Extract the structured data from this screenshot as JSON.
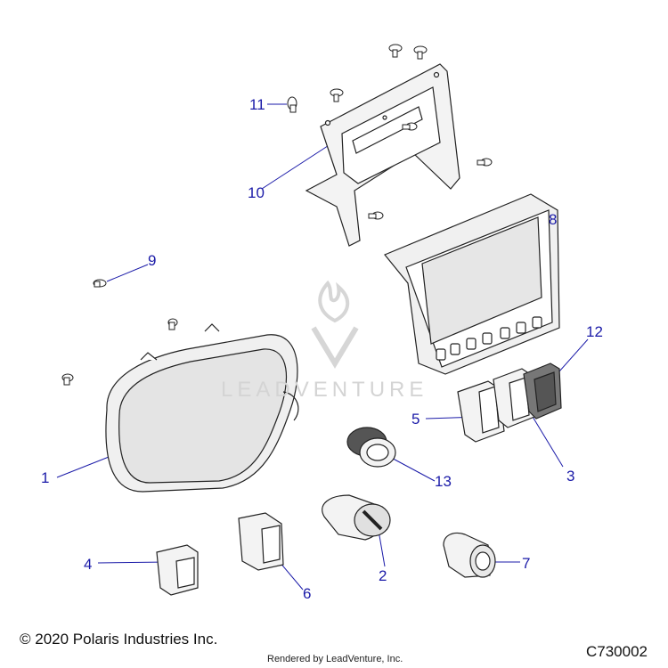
{
  "callouts": {
    "c1": "1",
    "c2": "2",
    "c3": "3",
    "c4": "4",
    "c5": "5",
    "c6": "6",
    "c7": "7",
    "c8": "8",
    "c9": "9",
    "c10": "10",
    "c11": "11",
    "c12": "12",
    "c13": "13"
  },
  "watermark": "LEADVENTURE",
  "footer": {
    "copyright": "© 2020 Polaris Industries Inc.",
    "rendered_by": "Rendered by LeadVenture, Inc.",
    "drawing_id": "C730002"
  },
  "colors": {
    "callout": "#1a1aa8",
    "line": "#222222",
    "part_fill": "#eeeeee",
    "watermark": "#d4d4d4"
  }
}
